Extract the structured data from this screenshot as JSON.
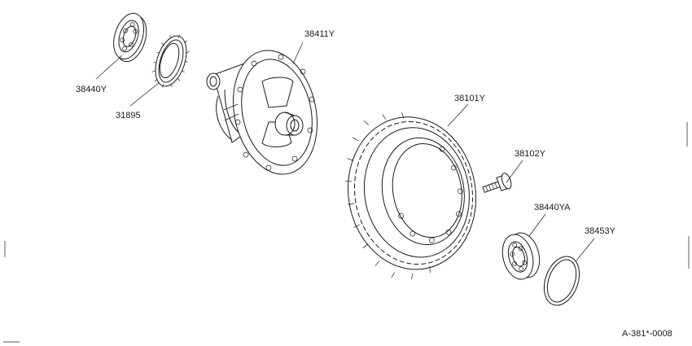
{
  "diagram": {
    "reference_code": "A-381*-0008",
    "parts": {
      "bearing_left": {
        "number": "38440Y",
        "icon": "ball-bearing-icon"
      },
      "thrust_washer": {
        "number": "31895",
        "icon": "splined-washer-icon"
      },
      "diff_case": {
        "number": "38411Y",
        "icon": "differential-case-icon"
      },
      "final_gear": {
        "number": "38101Y",
        "icon": "ring-gear-icon"
      },
      "bolt": {
        "number": "38102Y",
        "icon": "bolt-icon"
      },
      "bearing_right": {
        "number": "38440YA",
        "icon": "ball-bearing-icon"
      },
      "shim": {
        "number": "38453Y",
        "icon": "shim-ring-icon"
      }
    },
    "colors": {
      "ink": "#1a1a1a",
      "background": "#ffffff"
    }
  }
}
